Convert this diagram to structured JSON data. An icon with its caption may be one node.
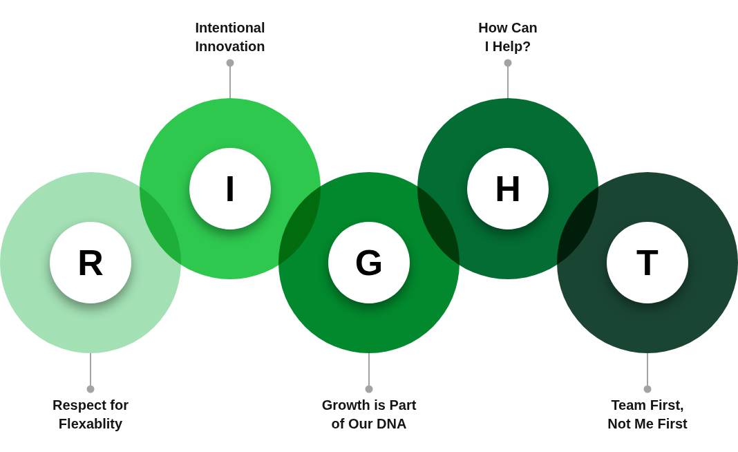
{
  "diagram": {
    "nodes": [
      {
        "text": [
          "R"
        ]
      },
      {
        "text": [
          "I"
        ]
      },
      {
        "text": [
          "G"
        ]
      },
      {
        "text": [
          "H"
        ]
      },
      {
        "text": [
          "T"
        ]
      },
      {
        "text": [
          "Respect for Flexablity"
        ]
      },
      {
        "text": [
          "Intentional Innovation"
        ]
      },
      {
        "text": [
          "Growth is Part of Our DNA"
        ]
      },
      {
        "text": [
          "How Can I Help?"
        ]
      },
      {
        "text": [
          "Team First, Not Me First"
        ]
      }
    ],
    "edges": [
      {
        "from": 5,
        "to": 0,
        "arrow": "other"
      },
      {
        "from": 6,
        "to": 1,
        "arrow": "other"
      },
      {
        "from": 7,
        "to": 2,
        "arrow": "other"
      },
      {
        "from": 8,
        "to": 3,
        "arrow": "other"
      },
      {
        "from": 9,
        "to": 4,
        "arrow": "other"
      }
    ]
  }
}
